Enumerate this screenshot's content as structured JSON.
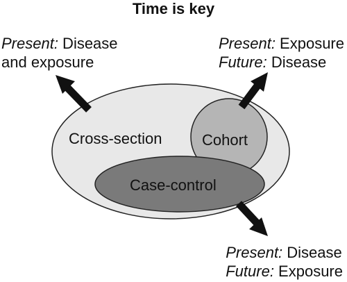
{
  "title": "Time is key",
  "notes": {
    "top_left": {
      "line1_italic": "Present:",
      "line1_rest": " Disease",
      "line2": "and exposure"
    },
    "top_right": {
      "line1_italic": "Present:",
      "line1_rest": " Exposure",
      "line2_italic": "Future:",
      "line2_rest": " Disease"
    },
    "bottom_right": {
      "line1_italic": "Present:",
      "line1_rest": " Disease",
      "line2_italic": "Future:",
      "line2_rest": " Exposure"
    }
  },
  "regions": {
    "cross_section": "Cross-section",
    "cohort": "Cohort",
    "case_control": "Case-control"
  },
  "colors": {
    "outer_ellipse_fill": "#e8e8e8",
    "cohort_fill": "#b5b5b5",
    "case_control_fill": "#7a7a7a",
    "stroke": "#222222",
    "arrow": "#111111"
  }
}
